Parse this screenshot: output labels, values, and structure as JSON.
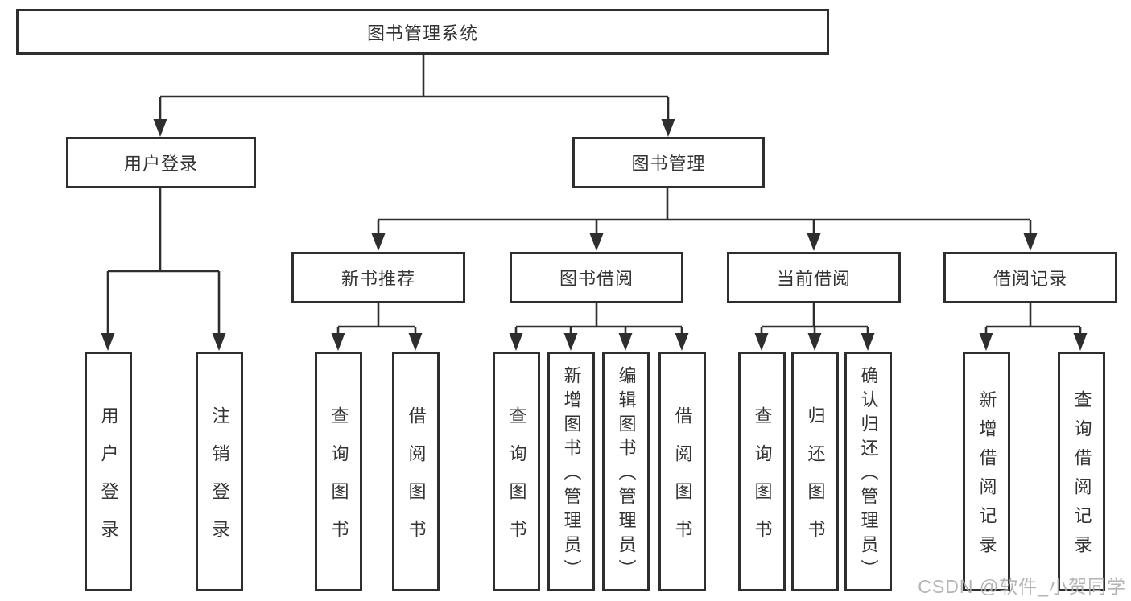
{
  "diagram": {
    "root": {
      "label": "图书管理系统"
    },
    "children": [
      {
        "label": "用户登录",
        "children": [
          {
            "label": "用户登录"
          },
          {
            "label": "注销登录"
          }
        ]
      },
      {
        "label": "图书管理",
        "children": [
          {
            "label": "新书推荐",
            "children": [
              {
                "label": "查询图书"
              },
              {
                "label": "借阅图书"
              }
            ]
          },
          {
            "label": "图书借阅",
            "children": [
              {
                "label": "查询图书"
              },
              {
                "label": "新增图书（管理员）"
              },
              {
                "label": "编辑图书（管理员）"
              },
              {
                "label": "借阅图书"
              }
            ]
          },
          {
            "label": "当前借阅",
            "children": [
              {
                "label": "查询图书"
              },
              {
                "label": "归还图书"
              },
              {
                "label": "确认归还（管理员）"
              }
            ]
          },
          {
            "label": "借阅记录",
            "children": [
              {
                "label": "新增借阅记录"
              },
              {
                "label": "查询借阅记录"
              }
            ]
          }
        ]
      }
    ]
  },
  "watermark": {
    "text": "CSDN @软件_小贺同学"
  },
  "colors": {
    "line": "#2e2e2e",
    "box_background": "#ffffff",
    "text": "#333336",
    "watermark": "#b0adad"
  }
}
